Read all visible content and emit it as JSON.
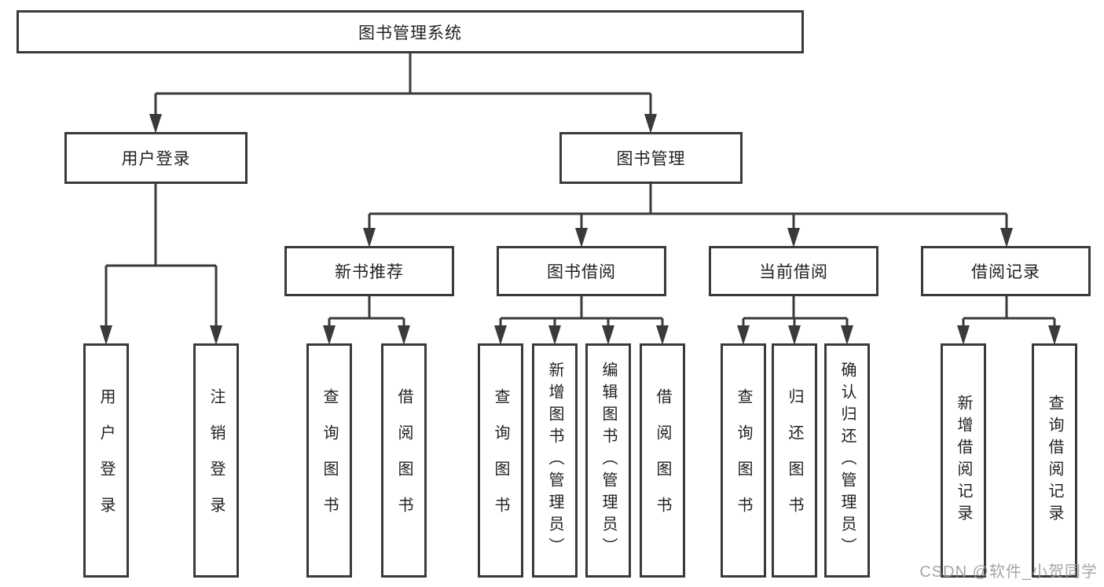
{
  "diagram": {
    "root": "图书管理系统",
    "level2": [
      "用户登录",
      "图书管理"
    ],
    "level3": [
      "新书推荐",
      "图书借阅",
      "当前借阅",
      "借阅记录"
    ],
    "leaves_user": [
      "用户登录",
      "注销登录"
    ],
    "leaves_newbook": [
      "查询图书",
      "借阅图书"
    ],
    "leaves_borrow": [
      "查询图书",
      "新增图书（管理员）",
      "编辑图书（管理员）",
      "借阅图书"
    ],
    "leaves_current": [
      "查询图书",
      "归还图书",
      "确认归还（管理员）"
    ],
    "leaves_records": [
      "新增借阅记录",
      "查询借阅记录"
    ]
  },
  "watermark": "CSDN @软件_小贺同学",
  "colors": {
    "line": "#3a3a3a",
    "text": "#222222",
    "bg": "#ffffff",
    "watermark": "#9e9e9e"
  }
}
